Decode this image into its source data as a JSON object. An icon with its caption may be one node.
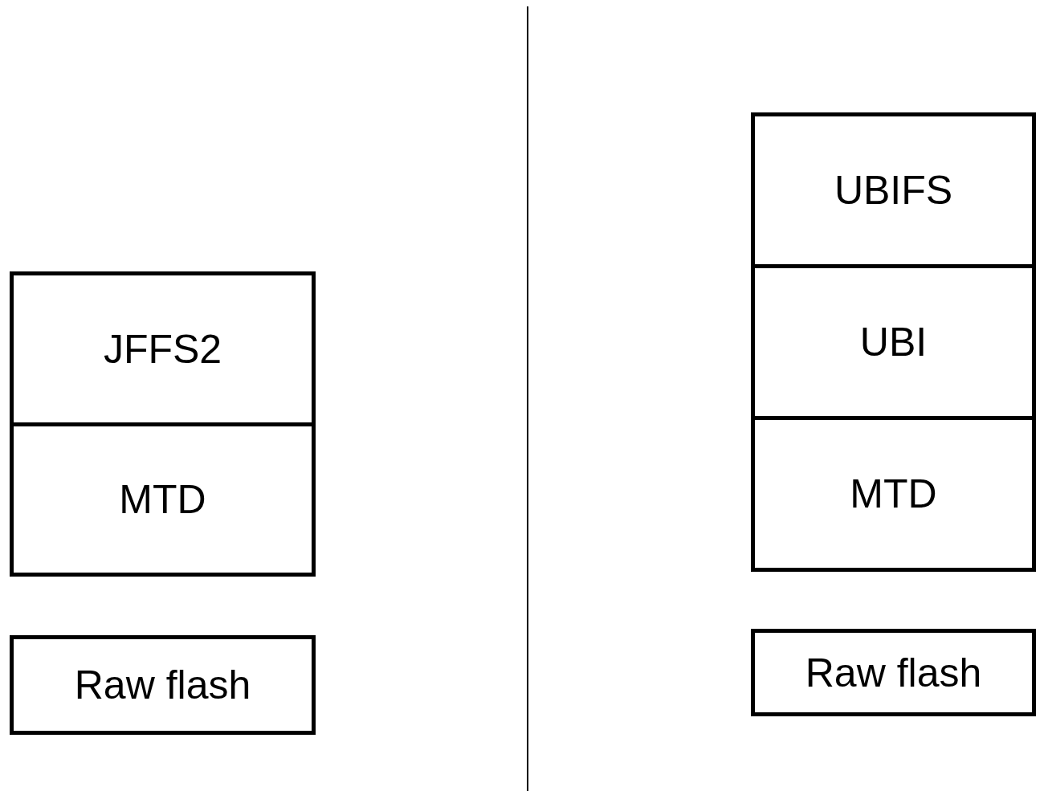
{
  "diagram": {
    "nodes": [
      {
        "text": [
          "JFFS2"
        ]
      },
      {
        "text": [
          "MTD"
        ]
      },
      {
        "text": [
          "Raw flash"
        ]
      },
      {
        "text": [
          "UBIFS"
        ]
      },
      {
        "text": [
          "UBI"
        ]
      },
      {
        "text": [
          "MTD"
        ]
      },
      {
        "text": [
          "Raw flash"
        ]
      }
    ],
    "edges": []
  }
}
